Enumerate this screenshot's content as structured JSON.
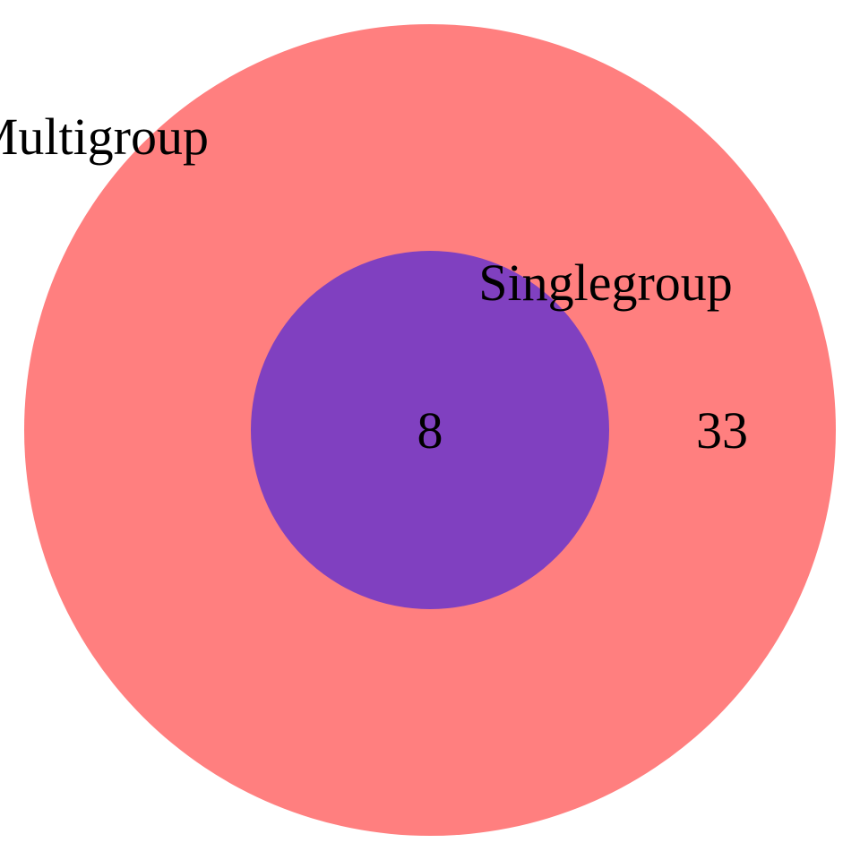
{
  "diagram": {
    "type": "venn",
    "sets": [
      {
        "key": "outer",
        "name": "Multigroup",
        "count_label": "33",
        "color": "#ff7f7f"
      },
      {
        "key": "inner",
        "name": "Singlegroup",
        "count_label": "8",
        "color": "#8040c0"
      }
    ]
  }
}
